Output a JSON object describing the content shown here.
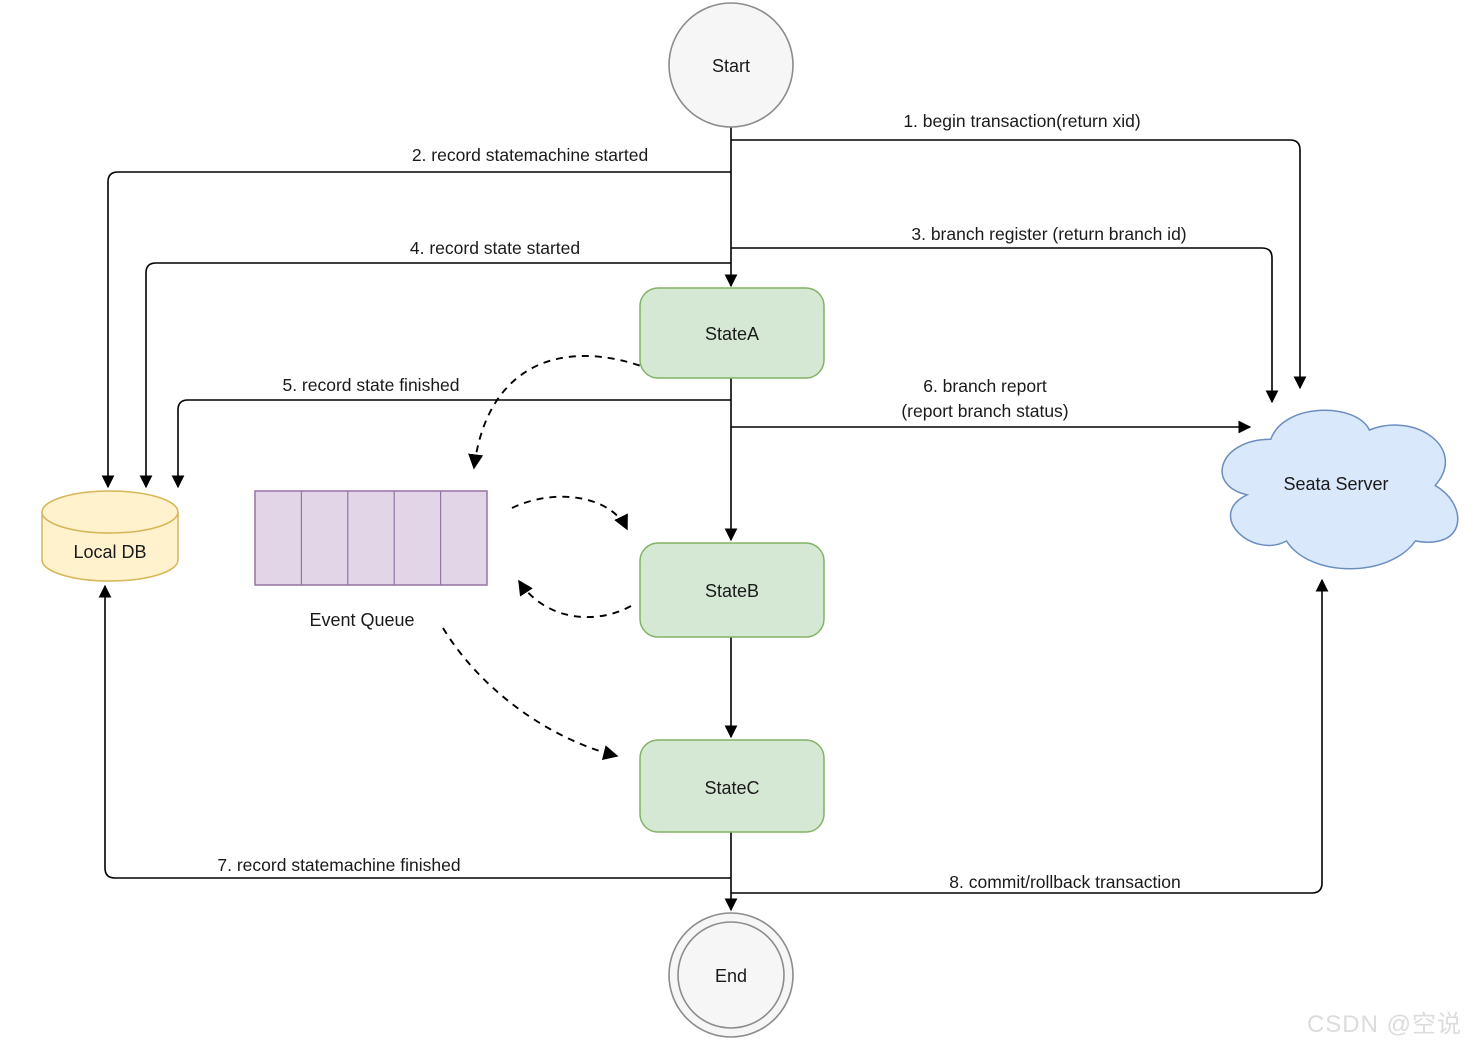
{
  "nodes": {
    "start": {
      "label": "Start",
      "shape": "circle"
    },
    "stateA": {
      "label": "StateA",
      "shape": "rounded-rect"
    },
    "stateB": {
      "label": "StateB",
      "shape": "rounded-rect"
    },
    "stateC": {
      "label": "StateC",
      "shape": "rounded-rect"
    },
    "end": {
      "label": "End",
      "shape": "double-circle"
    },
    "localDb": {
      "label": "Local DB",
      "shape": "cylinder"
    },
    "eventQueue": {
      "label": "Event Queue",
      "shape": "segmented-rect",
      "segments": 5
    },
    "seataServer": {
      "label": "Seata Server",
      "shape": "cloud"
    }
  },
  "edges": {
    "e1": {
      "label": "1. begin transaction(return xid)",
      "from": "start-spine",
      "to": "seataServer"
    },
    "e2": {
      "label": "2. record statemachine started",
      "from": "start-spine",
      "to": "localDb"
    },
    "e3": {
      "label": "3. branch register (return branch id)",
      "from": "start-spine",
      "to": "seataServer"
    },
    "e4": {
      "label": "4. record state started",
      "from": "start-spine",
      "to": "localDb"
    },
    "e5": {
      "label": "5. record state finished",
      "from": "stateA-spine",
      "to": "localDb"
    },
    "e6": {
      "label": "6. branch report",
      "label2": "(report branch status)",
      "from": "stateA-spine",
      "to": "seataServer"
    },
    "e7": {
      "label": "7. record statemachine finished",
      "from": "stateC-spine",
      "to": "localDb"
    },
    "e8": {
      "label": "8. commit/rollback  transaction",
      "from": "stateC-spine",
      "to": "seataServer"
    }
  },
  "dashed_edges": [
    {
      "from": "stateA",
      "to": "eventQueue"
    },
    {
      "from": "eventQueue",
      "to": "stateB"
    },
    {
      "from": "stateB",
      "to": "eventQueue"
    },
    {
      "from": "eventQueue",
      "to": "stateC"
    }
  ],
  "watermark": "CSDN @空说",
  "colors": {
    "state_fill": "#d5e8d4",
    "state_stroke": "#82b366",
    "db_fill": "#fff2cc",
    "db_stroke": "#d6b656",
    "queue_fill": "#e1d5e7",
    "queue_stroke": "#9673a6",
    "cloud_fill": "#dae8fc",
    "cloud_stroke": "#6c8ebf",
    "terminal_fill": "#f6f6f6",
    "terminal_stroke": "#8c8c8c",
    "line": "#000000"
  }
}
